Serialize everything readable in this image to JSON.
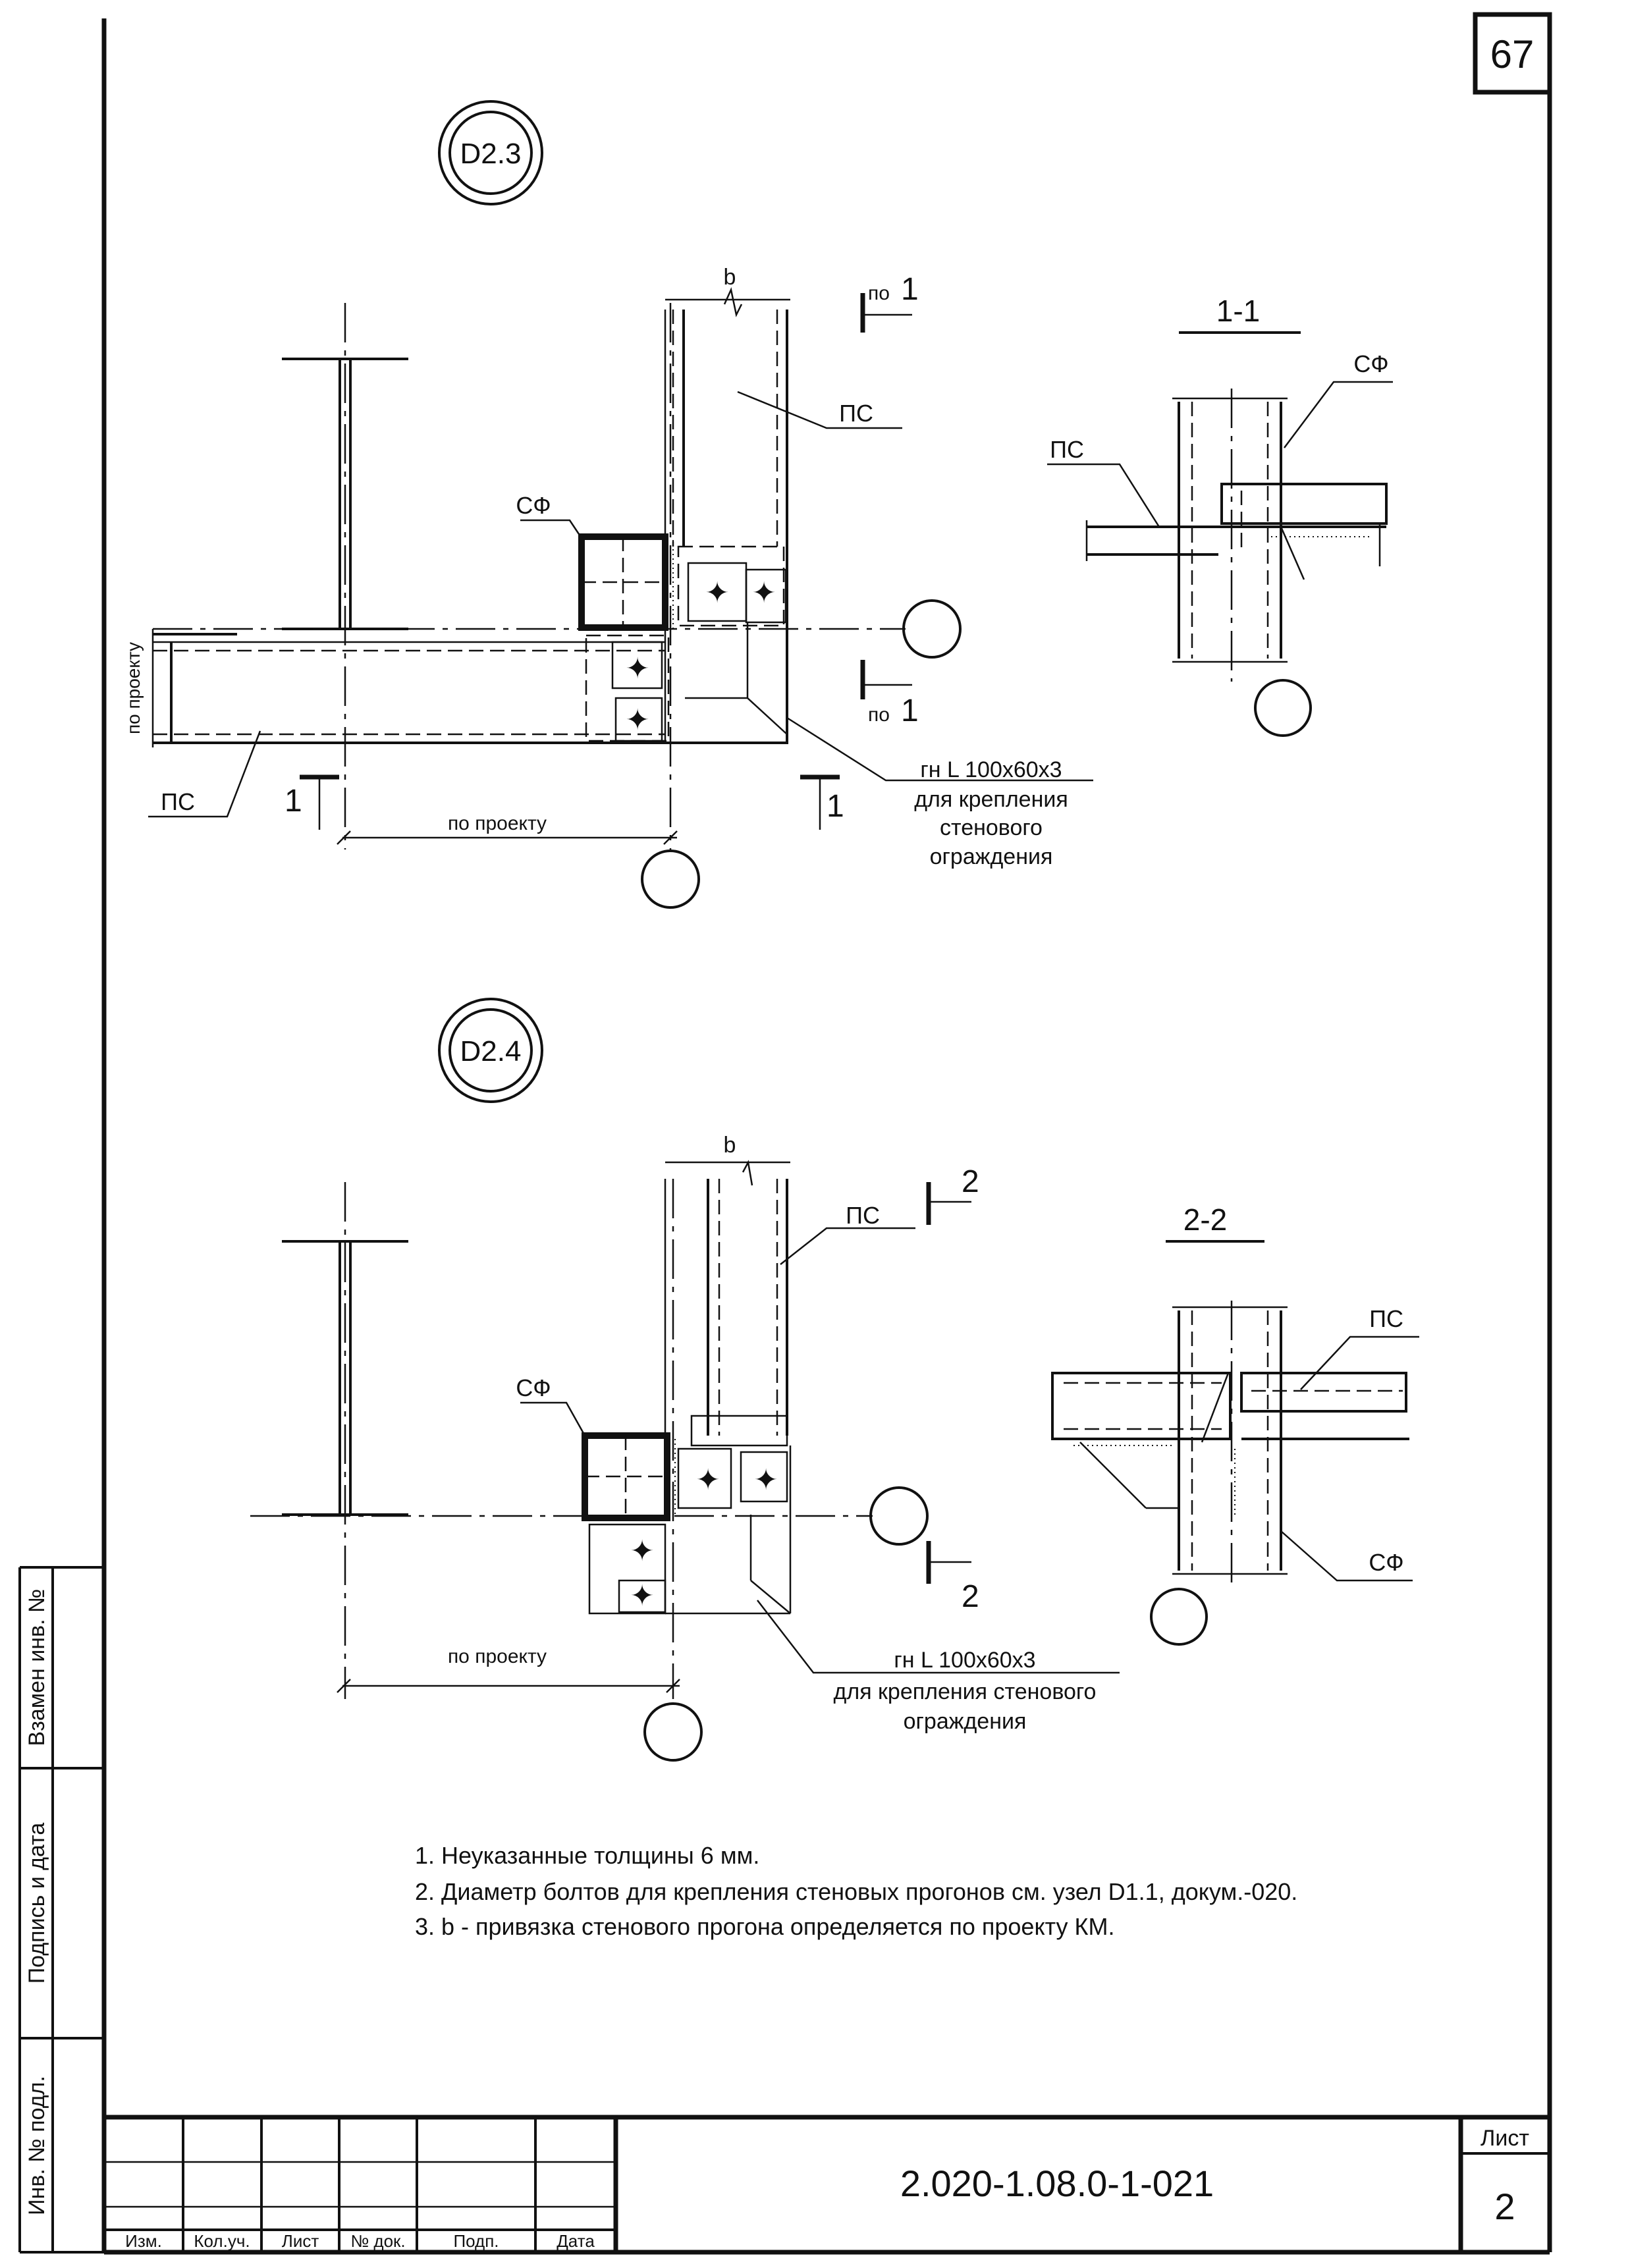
{
  "sheet_number_top": "67",
  "details": [
    {
      "marker": "D2.3",
      "labels": {
        "ps_top": "ПС",
        "sf": "СФ",
        "ps_left": "ПС",
        "b": "b",
        "dim_vertical": "по проекту",
        "dim_horizontal": "по проекту",
        "section_mark": "1",
        "section_view_mark": "по",
        "angle_note": [
          "гн L 100х60х3",
          "для крепления",
          "стенового",
          "ограждения"
        ]
      },
      "section": {
        "title": "1-1",
        "sf": "СФ",
        "ps": "ПС"
      }
    },
    {
      "marker": "D2.4",
      "labels": {
        "ps_top": "ПС",
        "sf": "СФ",
        "b": "b",
        "dim_horizontal": "по проекту",
        "section_mark": "2",
        "angle_note": [
          "гн L 100х60х3",
          "для крепления стенового",
          "ограждения"
        ]
      },
      "section": {
        "title": "2-2",
        "ps": "ПС",
        "sf": "СФ"
      }
    }
  ],
  "notes": [
    "1. Неуказанные толщины 6 мм.",
    "2. Диаметр болтов для крепления стеновых прогонов см. узел D1.1, докум.-020.",
    "3. b - привязка стенового прогона определяется по проекту КМ."
  ],
  "side_stamp": [
    "Взамен инв. №",
    "Подпись и дата",
    "Инв. № подл."
  ],
  "title_block": {
    "columns": [
      "Изм.",
      "Кол.уч.",
      "Лист",
      "№ док.",
      "Подп.",
      "Дата"
    ],
    "document_code": "2.020-1.08.0-1-021",
    "sheet_label": "Лист",
    "sheet_value": "2"
  }
}
